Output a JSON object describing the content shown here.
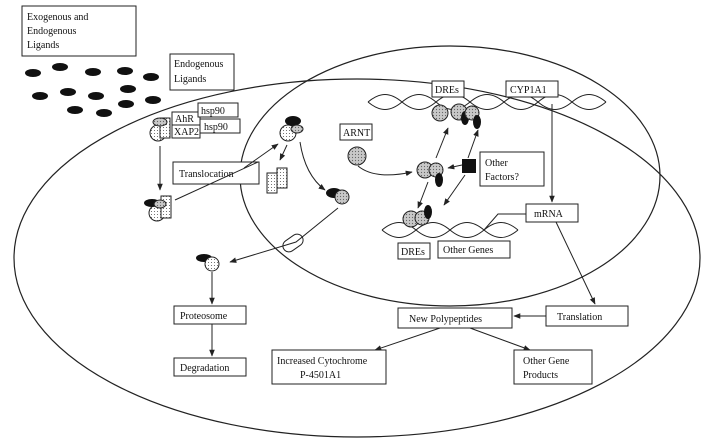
{
  "labels": {
    "exogenous": [
      "Exogenous and",
      "Endogenous",
      "Ligands"
    ],
    "endogenous": [
      "Endogenous",
      "Ligands"
    ],
    "ahr": "AhR",
    "xap2": "XAP2",
    "hsp90_a": "hsp90",
    "hsp90_b": "hsp90",
    "translocation": "Translocation",
    "arnt": "ARNT",
    "dres_top": "DREs",
    "cyp1a1": "CYP1A1",
    "other_factors": [
      "Other",
      "Factors?"
    ],
    "mrna": "mRNA",
    "dres_bottom": "DREs",
    "other_genes": "Other Genes",
    "proteosome": "Proteosome",
    "degradation": "Degradation",
    "new_polypeptides": "New Polypeptides",
    "translation": "Translation",
    "increased_cyp": [
      "Increased Cytochrome",
      "P-4501A1"
    ],
    "other_gene_products": [
      "Other Gene",
      "Products"
    ]
  }
}
